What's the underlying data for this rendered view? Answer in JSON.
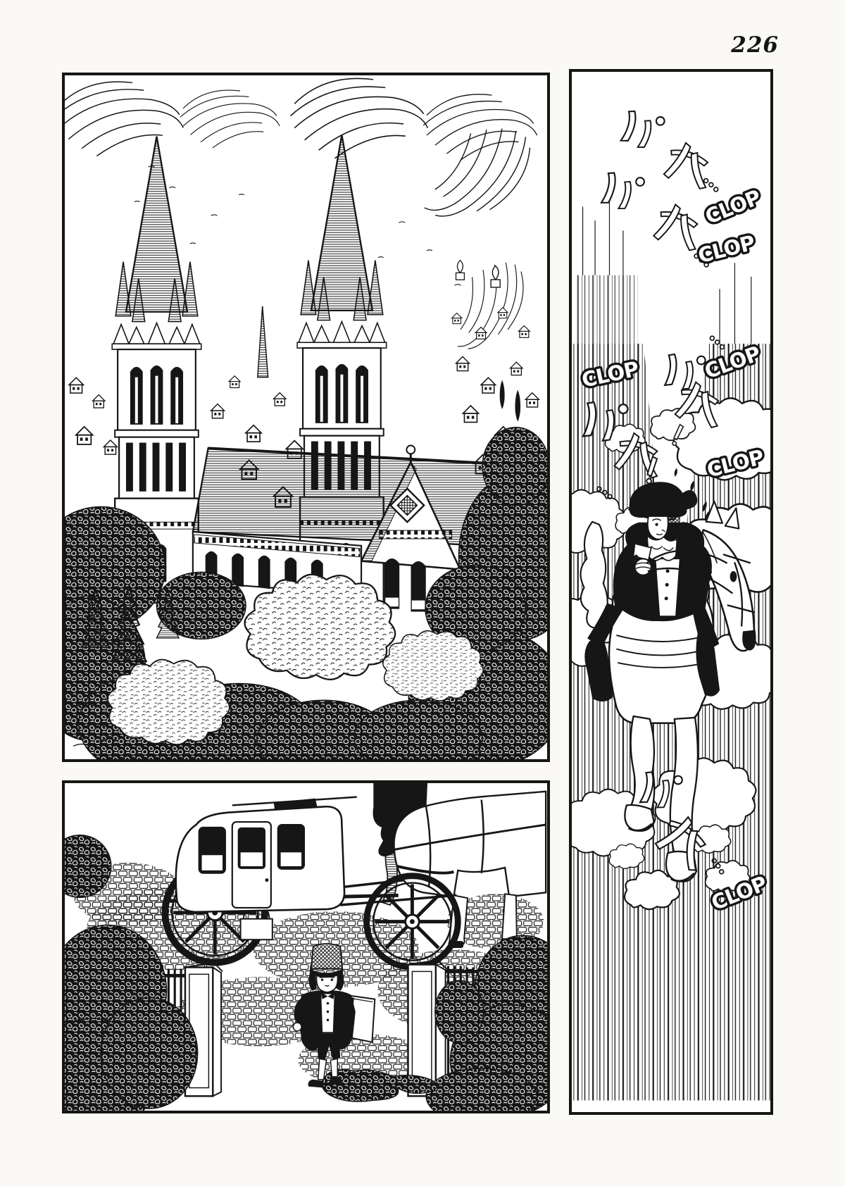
{
  "page": {
    "number": "226"
  },
  "colors": {
    "ink": "#161616",
    "paper": "#faf9f6",
    "panel_bg": "#ffffff"
  },
  "sfx": {
    "clops": [
      "CLOP",
      "CLOP",
      "CLOP",
      "CLOP",
      "CLOP",
      "CLOP"
    ]
  }
}
